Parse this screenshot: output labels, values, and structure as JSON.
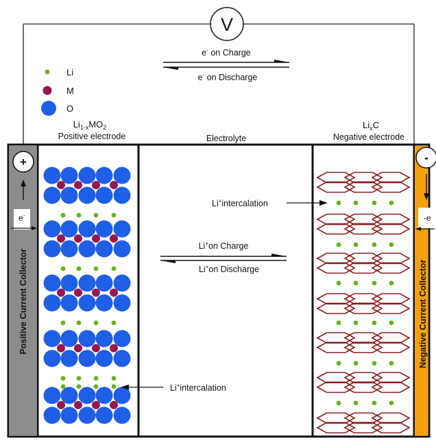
{
  "voltmeter": {
    "symbol": "V"
  },
  "external_circuit": {
    "charge_label": "on Charge",
    "discharge_label": "on Discharge",
    "electron_symbol": "e",
    "minus_sup": "-"
  },
  "legend": {
    "items": [
      {
        "label": "Li",
        "color": "#6ab023",
        "shape": "small-dot"
      },
      {
        "label": "M",
        "color": "#99174f",
        "shape": "medium-dot"
      },
      {
        "label": "O",
        "color": "#1f5fe6",
        "shape": "large-dot"
      }
    ]
  },
  "positive_electrode": {
    "formula_parts": [
      "Li",
      "1-x",
      "MO",
      "2"
    ],
    "label": "Positive electrode"
  },
  "electrolyte": {
    "label": "Electrolyte"
  },
  "negative_electrode": {
    "formula_parts": [
      "Li",
      "x",
      "C"
    ],
    "label": "Negative electrode"
  },
  "positive_collector": {
    "label": "Positive Current Collector",
    "sign": "+",
    "color": "#8c8c8c"
  },
  "negative_collector": {
    "label": "Negative Current Collector",
    "sign": "-",
    "color": "#f7a10a"
  },
  "ion_arrows": {
    "ion": "Li",
    "plus_sup": "+",
    "charge_label": "on Charge",
    "discharge_label": "on Discharge"
  },
  "callouts": {
    "intercalation_label": "intercalation"
  },
  "colors": {
    "li": "#6ab023",
    "metal": "#99174f",
    "oxygen": "#1f5fe6",
    "graphene": "#8b1a1a"
  }
}
